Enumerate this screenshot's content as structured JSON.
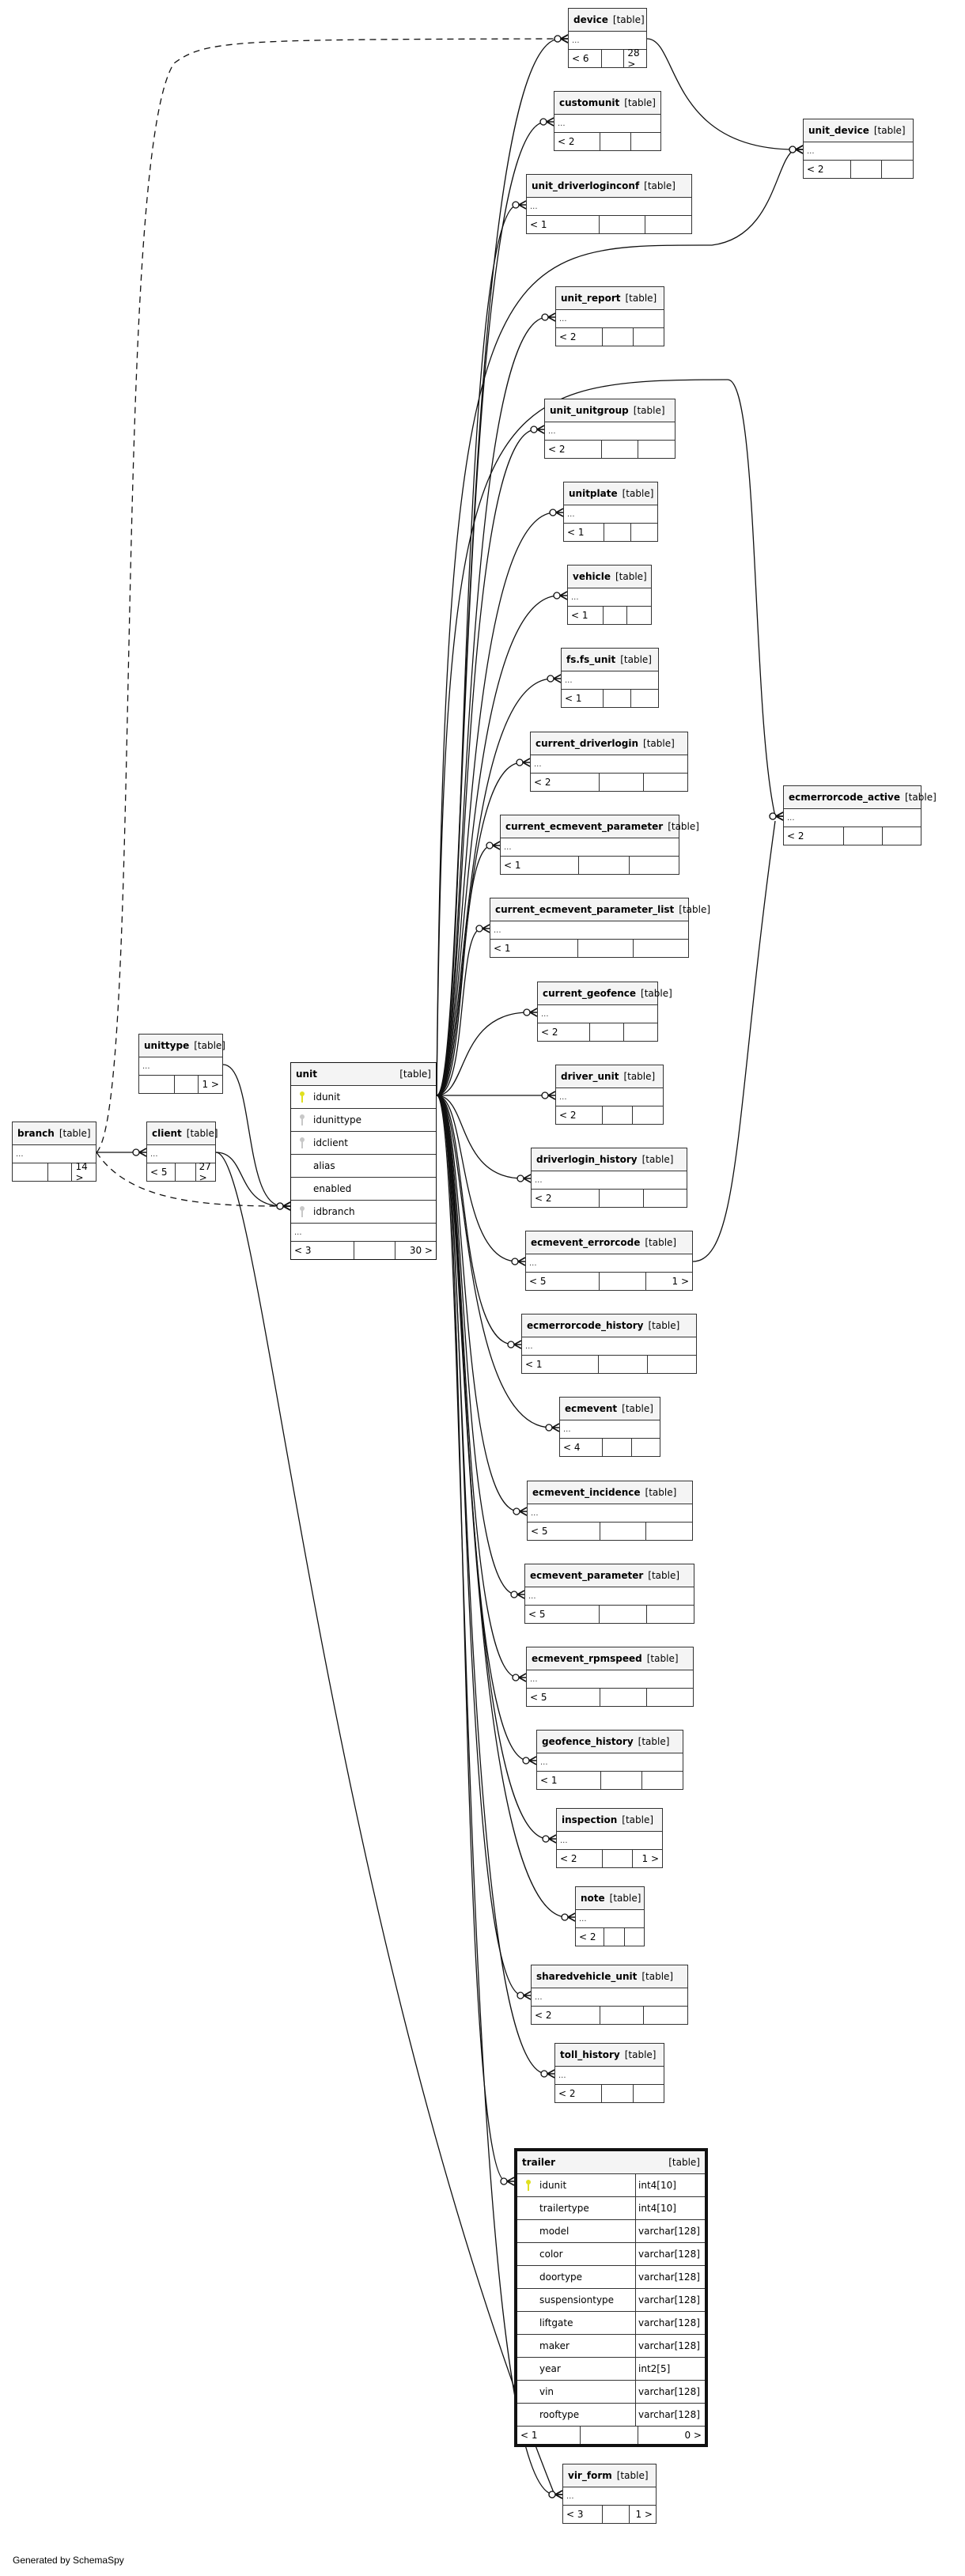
{
  "diagram": {
    "type": "er-diagram",
    "generator_label": "Generated by SchemaSpy",
    "table_kind_label": "[table]",
    "ellipsis": "...",
    "focus_table": {
      "name": "unit",
      "columns": [
        {
          "name": "idunit",
          "key": "pk"
        },
        {
          "name": "idunittype",
          "key": "fk"
        },
        {
          "name": "idclient",
          "key": "fk"
        },
        {
          "name": "alias",
          "key": ""
        },
        {
          "name": "enabled",
          "key": ""
        },
        {
          "name": "idbranch",
          "key": "fk"
        }
      ],
      "parents": "< 3",
      "children": "30 >"
    },
    "trailer": {
      "name": "trailer",
      "columns": [
        {
          "name": "idunit",
          "type": "int4[10]",
          "key": "pk"
        },
        {
          "name": "trailertype",
          "type": "int4[10]",
          "key": ""
        },
        {
          "name": "model",
          "type": "varchar[128]",
          "key": ""
        },
        {
          "name": "color",
          "type": "varchar[128]",
          "key": ""
        },
        {
          "name": "doortype",
          "type": "varchar[128]",
          "key": ""
        },
        {
          "name": "suspensiontype",
          "type": "varchar[128]",
          "key": ""
        },
        {
          "name": "liftgate",
          "type": "varchar[128]",
          "key": ""
        },
        {
          "name": "maker",
          "type": "varchar[128]",
          "key": ""
        },
        {
          "name": "year",
          "type": "int2[5]",
          "key": ""
        },
        {
          "name": "vin",
          "type": "varchar[128]",
          "key": ""
        },
        {
          "name": "rooftype",
          "type": "varchar[128]",
          "key": ""
        }
      ],
      "parents": "< 1",
      "children": "0 >"
    },
    "tables": [
      {
        "id": "branch",
        "name": "branch",
        "parents": "",
        "children": "14 >"
      },
      {
        "id": "unittype",
        "name": "unittype",
        "parents": "",
        "children": "1 >"
      },
      {
        "id": "client",
        "name": "client",
        "parents": "< 5",
        "children": "27 >"
      },
      {
        "id": "device",
        "name": "device",
        "parents": "< 6",
        "children": "28 >"
      },
      {
        "id": "customunit",
        "name": "customunit",
        "parents": "< 2",
        "children": ""
      },
      {
        "id": "unit_driverloginconf",
        "name": "unit_driverloginconf",
        "parents": "< 1",
        "children": ""
      },
      {
        "id": "unit_device",
        "name": "unit_device",
        "parents": "< 2",
        "children": ""
      },
      {
        "id": "unit_report",
        "name": "unit_report",
        "parents": "< 2",
        "children": ""
      },
      {
        "id": "unit_unitgroup",
        "name": "unit_unitgroup",
        "parents": "< 2",
        "children": ""
      },
      {
        "id": "unitplate",
        "name": "unitplate",
        "parents": "< 1",
        "children": ""
      },
      {
        "id": "vehicle",
        "name": "vehicle",
        "parents": "< 1",
        "children": ""
      },
      {
        "id": "fs_unit",
        "name": "fs.fs_unit",
        "parents": "< 1",
        "children": ""
      },
      {
        "id": "current_driverlogin",
        "name": "current_driverlogin",
        "parents": "< 2",
        "children": ""
      },
      {
        "id": "current_ecmevent_parameter",
        "name": "current_ecmevent_parameter",
        "parents": "< 1",
        "children": ""
      },
      {
        "id": "ecmerrorcode_active",
        "name": "ecmerrorcode_active",
        "parents": "< 2",
        "children": ""
      },
      {
        "id": "current_ecmevent_parameter_list",
        "name": "current_ecmevent_parameter_list",
        "parents": "< 1",
        "children": ""
      },
      {
        "id": "current_geofence",
        "name": "current_geofence",
        "parents": "< 2",
        "children": ""
      },
      {
        "id": "driver_unit",
        "name": "driver_unit",
        "parents": "< 2",
        "children": ""
      },
      {
        "id": "driverlogin_history",
        "name": "driverlogin_history",
        "parents": "< 2",
        "children": ""
      },
      {
        "id": "ecmevent_errorcode",
        "name": "ecmevent_errorcode",
        "parents": "< 5",
        "children": "1 >"
      },
      {
        "id": "ecmerrorcode_history",
        "name": "ecmerrorcode_history",
        "parents": "< 1",
        "children": ""
      },
      {
        "id": "ecmevent",
        "name": "ecmevent",
        "parents": "< 4",
        "children": ""
      },
      {
        "id": "ecmevent_incidence",
        "name": "ecmevent_incidence",
        "parents": "< 5",
        "children": ""
      },
      {
        "id": "ecmevent_parameter",
        "name": "ecmevent_parameter",
        "parents": "< 5",
        "children": ""
      },
      {
        "id": "ecmevent_rpmspeed",
        "name": "ecmevent_rpmspeed",
        "parents": "< 5",
        "children": ""
      },
      {
        "id": "geofence_history",
        "name": "geofence_history",
        "parents": "< 1",
        "children": ""
      },
      {
        "id": "inspection",
        "name": "inspection",
        "parents": "< 2",
        "children": "1 >"
      },
      {
        "id": "note",
        "name": "note",
        "parents": "< 2",
        "children": ""
      },
      {
        "id": "sharedvehicle_unit",
        "name": "sharedvehicle_unit",
        "parents": "< 2",
        "children": ""
      },
      {
        "id": "toll_history",
        "name": "toll_history",
        "parents": "< 2",
        "children": ""
      },
      {
        "id": "vir_form",
        "name": "vir_form",
        "parents": "< 3",
        "children": "1 >"
      }
    ],
    "relationships": [
      {
        "from": "unittype",
        "to": "unit",
        "style": "solid"
      },
      {
        "from": "client",
        "to": "unit",
        "style": "solid"
      },
      {
        "from": "branch",
        "to": "unit",
        "style": "dashed"
      },
      {
        "from": "branch",
        "to": "client",
        "style": "solid"
      },
      {
        "from": "branch",
        "to": "device",
        "style": "dashed"
      },
      {
        "from": "unit",
        "to": "device",
        "style": "solid"
      },
      {
        "from": "unit",
        "to": "customunit",
        "style": "solid"
      },
      {
        "from": "unit",
        "to": "unit_driverloginconf",
        "style": "solid"
      },
      {
        "from": "device",
        "to": "unit_device",
        "style": "solid"
      },
      {
        "from": "unit",
        "to": "unit_device",
        "style": "solid"
      },
      {
        "from": "unit",
        "to": "unit_report",
        "style": "solid"
      },
      {
        "from": "unit",
        "to": "unit_unitgroup",
        "style": "solid"
      },
      {
        "from": "unit",
        "to": "unitplate",
        "style": "solid"
      },
      {
        "from": "unit",
        "to": "vehicle",
        "style": "solid"
      },
      {
        "from": "unit",
        "to": "fs_unit",
        "style": "solid"
      },
      {
        "from": "unit",
        "to": "current_driverlogin",
        "style": "solid"
      },
      {
        "from": "unit",
        "to": "current_ecmevent_parameter",
        "style": "solid"
      },
      {
        "from": "unit",
        "to": "ecmerrorcode_active",
        "style": "solid"
      },
      {
        "from": "ecmevent_errorcode",
        "to": "ecmerrorcode_active",
        "style": "solid"
      },
      {
        "from": "unit",
        "to": "current_ecmevent_parameter_list",
        "style": "solid"
      },
      {
        "from": "unit",
        "to": "current_geofence",
        "style": "solid"
      },
      {
        "from": "unit",
        "to": "driver_unit",
        "style": "solid"
      },
      {
        "from": "unit",
        "to": "driverlogin_history",
        "style": "solid"
      },
      {
        "from": "unit",
        "to": "ecmevent_errorcode",
        "style": "solid"
      },
      {
        "from": "unit",
        "to": "ecmerrorcode_history",
        "style": "solid"
      },
      {
        "from": "unit",
        "to": "ecmevent",
        "style": "solid"
      },
      {
        "from": "unit",
        "to": "ecmevent_incidence",
        "style": "solid"
      },
      {
        "from": "unit",
        "to": "ecmevent_parameter",
        "style": "solid"
      },
      {
        "from": "unit",
        "to": "ecmevent_rpmspeed",
        "style": "solid"
      },
      {
        "from": "unit",
        "to": "geofence_history",
        "style": "solid"
      },
      {
        "from": "unit",
        "to": "inspection",
        "style": "solid"
      },
      {
        "from": "unit",
        "to": "note",
        "style": "solid"
      },
      {
        "from": "unit",
        "to": "sharedvehicle_unit",
        "style": "solid"
      },
      {
        "from": "unit",
        "to": "toll_history",
        "style": "solid"
      },
      {
        "from": "unit",
        "to": "trailer",
        "style": "solid"
      },
      {
        "from": "unit",
        "to": "vir_form",
        "style": "solid"
      },
      {
        "from": "client",
        "to": "vir_form",
        "style": "solid"
      }
    ]
  }
}
